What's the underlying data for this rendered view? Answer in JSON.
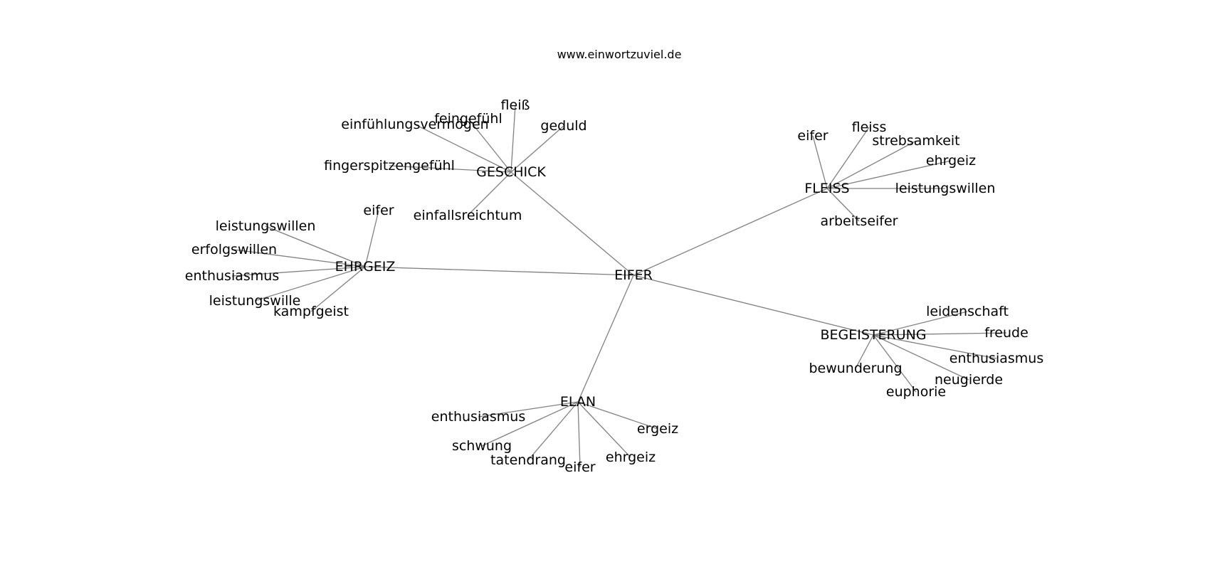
{
  "source": "www.einwortzuviel.de",
  "graph": {
    "center": "EIFER",
    "clusters": [
      {
        "hub": "GESCHICK",
        "leaves": [
          "fleiß",
          "feingefühl",
          "einfühlungsvermögen",
          "geduld",
          "fingerspitzengefühl",
          "einfallsreichtum"
        ]
      },
      {
        "hub": "FLEISS",
        "leaves": [
          "eifer",
          "fleiss",
          "strebsamkeit",
          "ehrgeiz",
          "leistungswillen",
          "arbeitseifer"
        ]
      },
      {
        "hub": "EHRGEIZ",
        "leaves": [
          "eifer",
          "leistungswillen",
          "erfolgswillen",
          "enthusiasmus",
          "leistungswille",
          "kampfgeist"
        ]
      },
      {
        "hub": "BEGEISTERUNG",
        "leaves": [
          "leidenschaft",
          "freude",
          "enthusiasmus",
          "neugierde",
          "euphorie",
          "bewunderung"
        ]
      },
      {
        "hub": "ELAN",
        "leaves": [
          "enthusiasmus",
          "schwung",
          "tatendrang",
          "eifer",
          "ehrgeiz",
          "ergeiz"
        ]
      }
    ]
  }
}
